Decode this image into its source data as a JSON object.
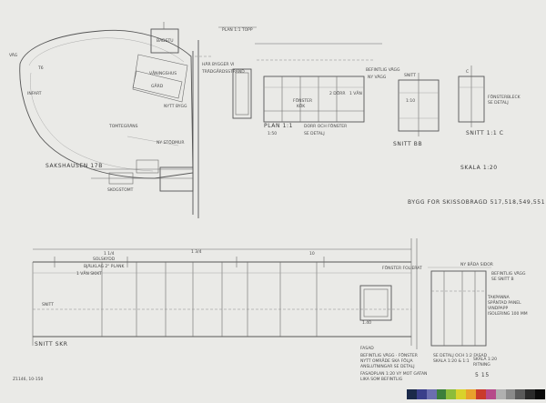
{
  "sheet": {
    "notes": {
      "site_plan_title": "SAKSHAUSEN 17B",
      "section_aa_label": "SKALA 1:20",
      "title_block_main": "BYGG FOR SKISSOBRAGD 517,518,549,551",
      "plan_1_label": "PLAN 1:1",
      "plan_1_scale": "1:50",
      "section_bb_label": "SNITT BB",
      "section_c_label": "SNITT 1:1  C",
      "elevation_label": "SKALA 1:20",
      "long_section_label": "SNITT SKR",
      "stamp_number": "5 15",
      "stamp_text": "SKALA 1:20",
      "catalog_mark": "Z1146, 10-150",
      "fasad_note": "FASAD",
      "notes_block": "FASADPLAN 1:20 VY MOT GATAN"
    }
  },
  "colorbar": [
    "#1b2a4a",
    "#3a3f8a",
    "#6b6eaf",
    "#3b7f3b",
    "#8cbc3a",
    "#d9d22b",
    "#e8a12c",
    "#c93b2c",
    "#b64a8a",
    "#b0b0b0",
    "#8a8a8a",
    "#5a5a5a",
    "#2a2a2a",
    "#0a0a0a"
  ]
}
